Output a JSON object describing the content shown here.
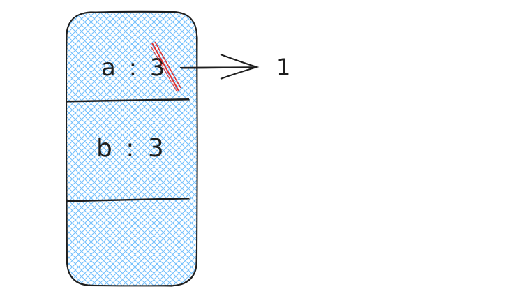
{
  "diagram": {
    "cells": [
      {
        "label": "a : 3",
        "crossed_value": "3"
      },
      {
        "label": "b : 3"
      },
      {
        "label": ""
      }
    ],
    "arrow_target_label": "1",
    "colors": {
      "fill_hatch": "#74c0fc",
      "stroke": "#1e1e1e",
      "strike": "#e03131",
      "background": "#ffffff"
    }
  }
}
